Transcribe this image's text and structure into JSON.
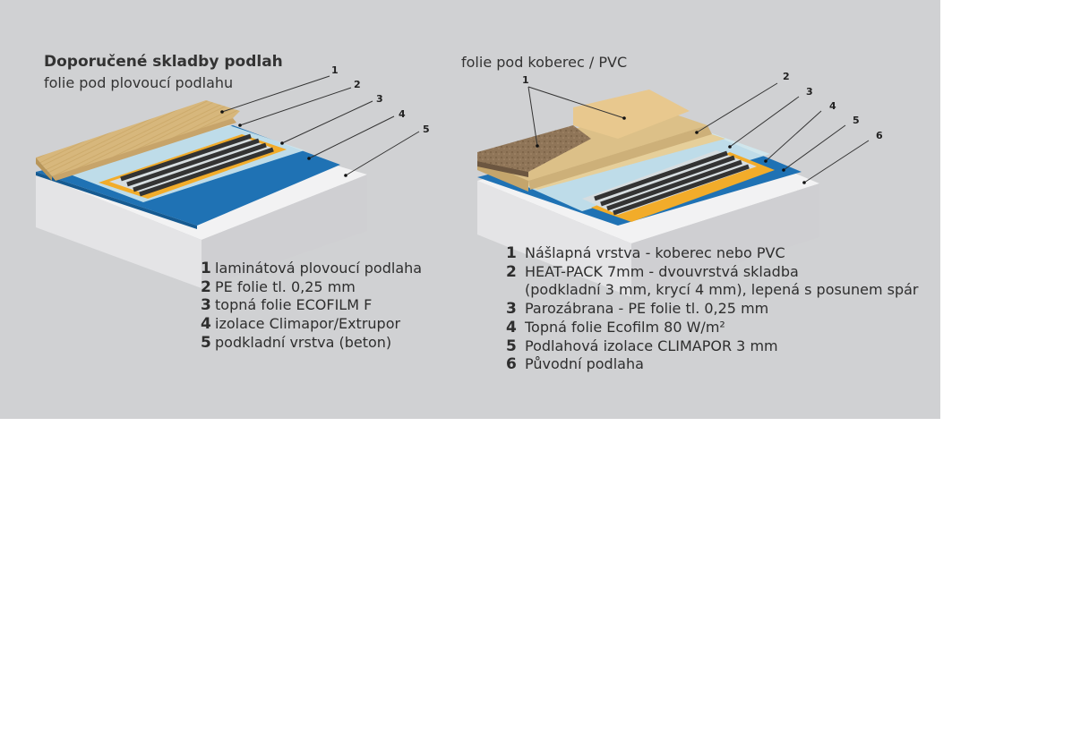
{
  "left": {
    "title": "Doporučené skladby podlah",
    "subtitle": "folie pod plovoucí podlahu",
    "callouts": [
      "1",
      "2",
      "3",
      "4",
      "5"
    ],
    "legend": [
      {
        "num": "1",
        "text": "laminátová plovoucí podlaha"
      },
      {
        "num": "2",
        "text": "PE folie tl. 0,25 mm"
      },
      {
        "num": "3",
        "text": "topná folie ECOFILM F"
      },
      {
        "num": "4",
        "text": "izolace Climapor/Extrupor"
      },
      {
        "num": "5",
        "text": "podkladní vrstva (beton)"
      }
    ]
  },
  "right": {
    "subtitle": "folie pod koberec / PVC",
    "callouts": [
      "1",
      "2",
      "3",
      "4",
      "5",
      "6"
    ],
    "legend": [
      {
        "num": "1",
        "text": "Nášlapná vrstva - koberec nebo PVC"
      },
      {
        "num": "2",
        "text": "HEAT-PACK 7mm - dvouvrstvá skladba"
      },
      {
        "num": "",
        "text": "(podkladní 3 mm, krycí 4 mm), lepená s posunem spár"
      },
      {
        "num": "3",
        "text": "Parozábrana - PE folie tl. 0,25 mm"
      },
      {
        "num": "4",
        "text": "Topná folie Ecofilm 80 W/m²"
      },
      {
        "num": "5",
        "text": "Podlahová izolace CLIMAPOR 3 mm"
      },
      {
        "num": "6",
        "text": "Původní podlaha"
      }
    ]
  },
  "colors": {
    "background": "#d0d1d3",
    "concrete": "#ececed",
    "insulation": "#1f72b4",
    "heating_strip": "#333333",
    "foil_edge": "#f2ac2a",
    "laminate": "#d6b57a",
    "carpet": "#8f7558"
  }
}
